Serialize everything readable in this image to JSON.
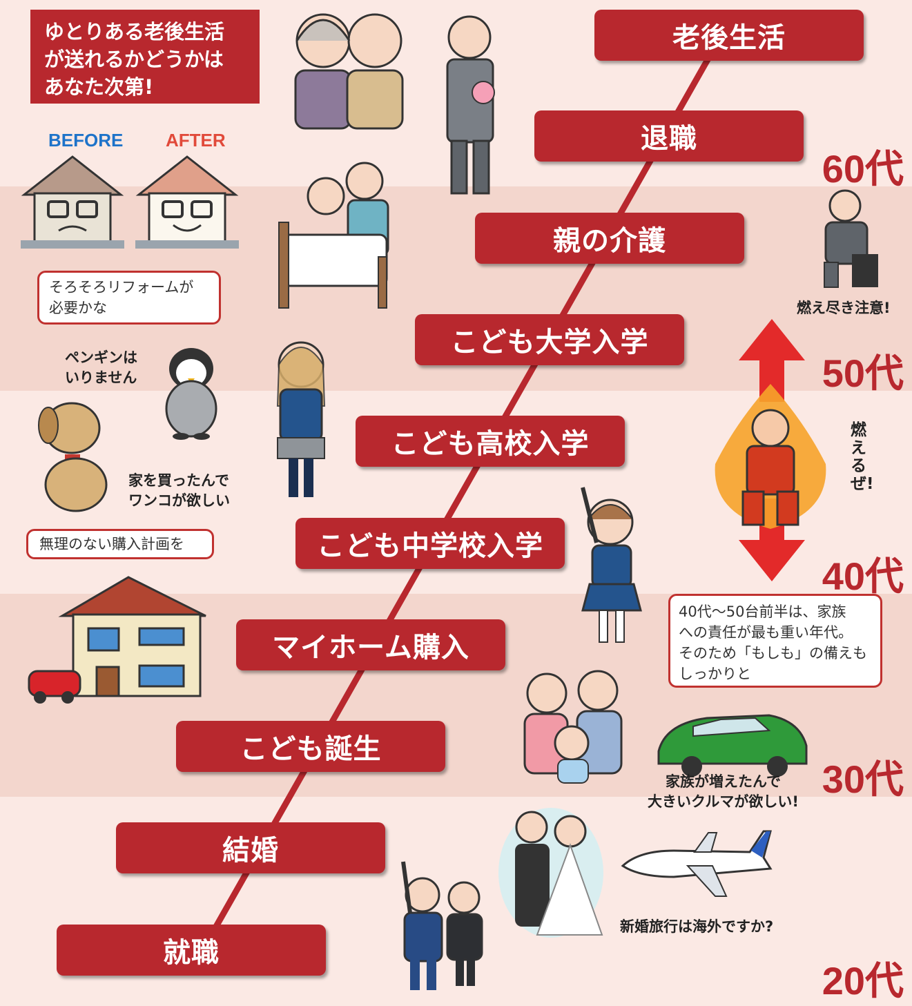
{
  "headline": "ゆとりある老後生活\nが送れるかどうかは\nあなた次第!",
  "ages": [
    "60代",
    "50代",
    "40代",
    "30代",
    "20代"
  ],
  "events": [
    "老後生活",
    "退職",
    "親の介護",
    "こども大学入学",
    "こども高校入学",
    "こども中学校入学",
    "マイホーム購入",
    "こども誕生",
    "結婚",
    "就職"
  ],
  "house": {
    "before_label": "BEFORE",
    "after_label": "AFTER"
  },
  "bubbles": {
    "reform": "そろそろリフォームが\n必要かな",
    "purchase_plan": "無理のない購入計画を",
    "responsibility": "40代〜50台前半は、家族\nへの責任が最も重い年代。\nそのため「もしも」の備えも\nしっかりと"
  },
  "captions": {
    "burnout": "燃え尽き注意!",
    "penguin": "ペンギンは\nいりません",
    "dog": "家を買ったんで\nワンコが欲しい",
    "fired_up": "燃えるぜ!",
    "car": "家族が増えたんで\n大きいクルマが欲しい!",
    "honeymoon": "新婚旅行は海外ですか?"
  },
  "colors": {
    "accent": "#b8282e",
    "band_light": "#fbe9e4",
    "band_dark": "#f3d6cd",
    "arrow": "#e32a2a"
  }
}
